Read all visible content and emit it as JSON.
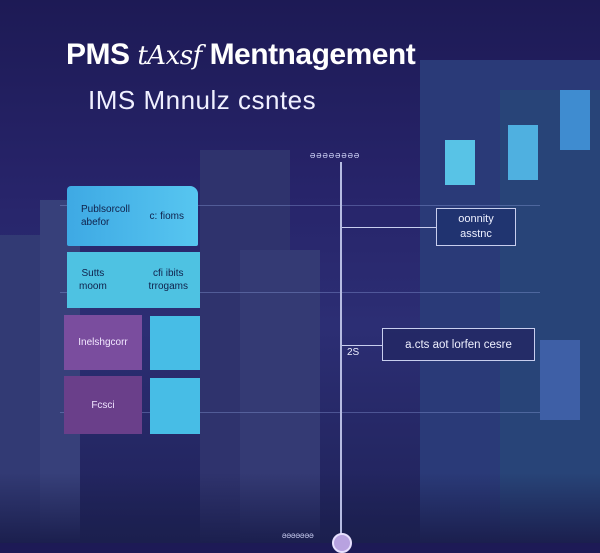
{
  "header": {
    "title_left": "PMS",
    "title_mid": "tAxsf",
    "title_right": "Mentnagement",
    "subtitle": "IMS Mnnulz csntes"
  },
  "timeline": {
    "top_label": "ƏƏƏƏƏƏƏƏ",
    "mark_label": "2S",
    "bottom_label": "ƏƏƏƏƏƏƏ"
  },
  "cards": [
    {
      "left": "Publsorcoll\nabefor",
      "right": "c: fioms"
    },
    {
      "left": "Sutts\nmoom",
      "right": "cfi ibits\ntrrogams"
    },
    {
      "left": "Inelshgcorr",
      "right": ""
    },
    {
      "left": "",
      "right": ""
    },
    {
      "left": "Fcsci",
      "right": ""
    },
    {
      "left": "",
      "right": ""
    }
  ],
  "tags": {
    "tag1_line1": "oonnity",
    "tag1_line2": "asstnc",
    "tag2": "a.cts aot lorfen cesre"
  }
}
